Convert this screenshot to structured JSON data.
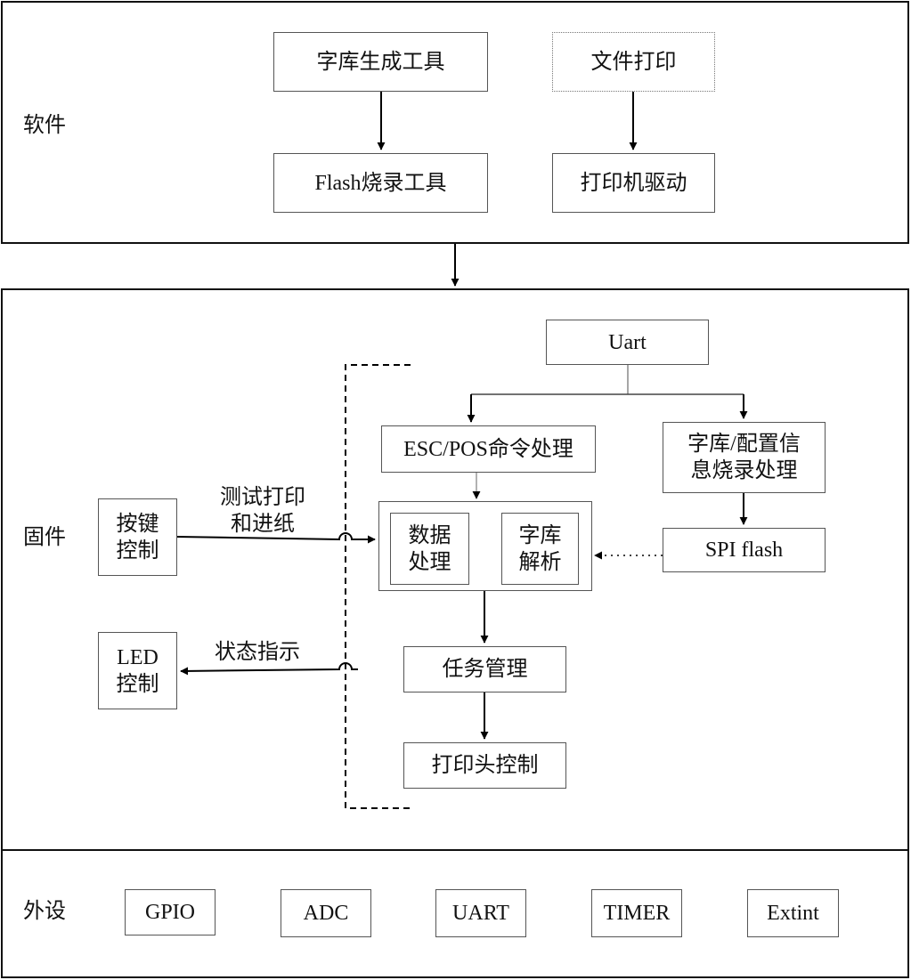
{
  "layers": {
    "software": "软件",
    "firmware": "固件",
    "peripherals": "外设"
  },
  "software": {
    "font_tool": "字库生成工具",
    "flash_tool": "Flash烧录工具",
    "file_print": "文件打印",
    "printer_driver": "打印机驱动"
  },
  "firmware": {
    "uart": "Uart",
    "esc_pos": "ESC/POS命令处理",
    "font_config": "字库/配置信\n息烧录处理",
    "spi_flash": "SPI flash",
    "data_process": "数据\n处理",
    "font_parse": "字库\n解析",
    "task_mgmt": "任务管理",
    "printhead_ctrl": "打印头控制",
    "key_ctrl": "按键\n控制",
    "led_ctrl": "LED\n控制",
    "test_print_label": "测试打印\n和进纸",
    "status_label": "状态指示"
  },
  "peripherals": [
    "GPIO",
    "ADC",
    "UART",
    "TIMER",
    "Extint"
  ]
}
